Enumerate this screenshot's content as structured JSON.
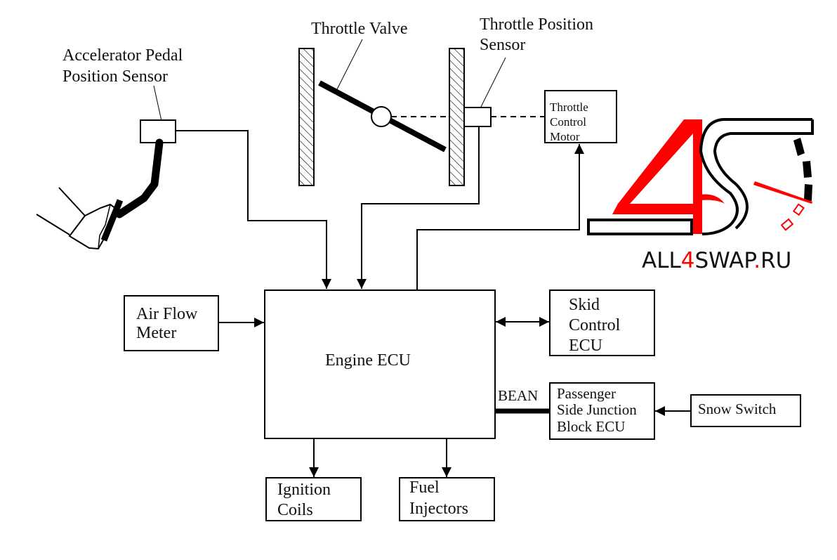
{
  "diagram": {
    "title": "Electronic Throttle Control System Block Diagram",
    "labels": {
      "accelerator_pedal_sensor": [
        "Accelerator Pedal",
        "Position Sensor"
      ],
      "throttle_valve": "Throttle Valve",
      "throttle_position_sensor": [
        "Throttle Position",
        "Sensor"
      ],
      "throttle_control_motor": [
        "Throttle",
        "Control",
        "Motor"
      ],
      "air_flow_meter": [
        "Air Flow",
        "Meter"
      ],
      "engine_ecu": "Engine ECU",
      "skid_control_ecu": [
        "Skid",
        "Control",
        "ECU"
      ],
      "bean": "BEAN",
      "passenger_side_junction_block_ecu": [
        "Passenger",
        "Side Junction",
        "Block ECU"
      ],
      "snow_switch": "Snow Switch",
      "ignition_coils": [
        "Ignition",
        "Coils"
      ],
      "fuel_injectors": [
        "Fuel",
        "Injectors"
      ]
    },
    "connections": [
      {
        "from": "Accelerator Pedal Position Sensor",
        "to": "Engine ECU",
        "type": "arrow"
      },
      {
        "from": "Throttle Position Sensor",
        "to": "Engine ECU",
        "type": "arrow"
      },
      {
        "from": "Engine ECU",
        "to": "Throttle Control Motor",
        "type": "arrow"
      },
      {
        "from": "Throttle Valve",
        "to": "Throttle Control Motor",
        "type": "dashed-mechanical-link"
      },
      {
        "from": "Air Flow Meter",
        "to": "Engine ECU",
        "type": "arrow"
      },
      {
        "from": "Engine ECU",
        "to": "Skid Control ECU",
        "type": "bidirectional-arrow"
      },
      {
        "from": "Engine ECU",
        "to": "Passenger Side Junction Block ECU",
        "type": "BEAN bus"
      },
      {
        "from": "Snow Switch",
        "to": "Passenger Side Junction Block ECU",
        "type": "arrow"
      },
      {
        "from": "Engine ECU",
        "to": "Ignition Coils",
        "type": "arrow"
      },
      {
        "from": "Engine ECU",
        "to": "Fuel Injectors",
        "type": "arrow"
      }
    ]
  },
  "watermark": {
    "prefix": "ALL",
    "accent": "4",
    "middle": "SWAP",
    "dot": ".",
    "suffix": "RU",
    "accent_color": "#ff0000",
    "text_color": "#111111"
  }
}
